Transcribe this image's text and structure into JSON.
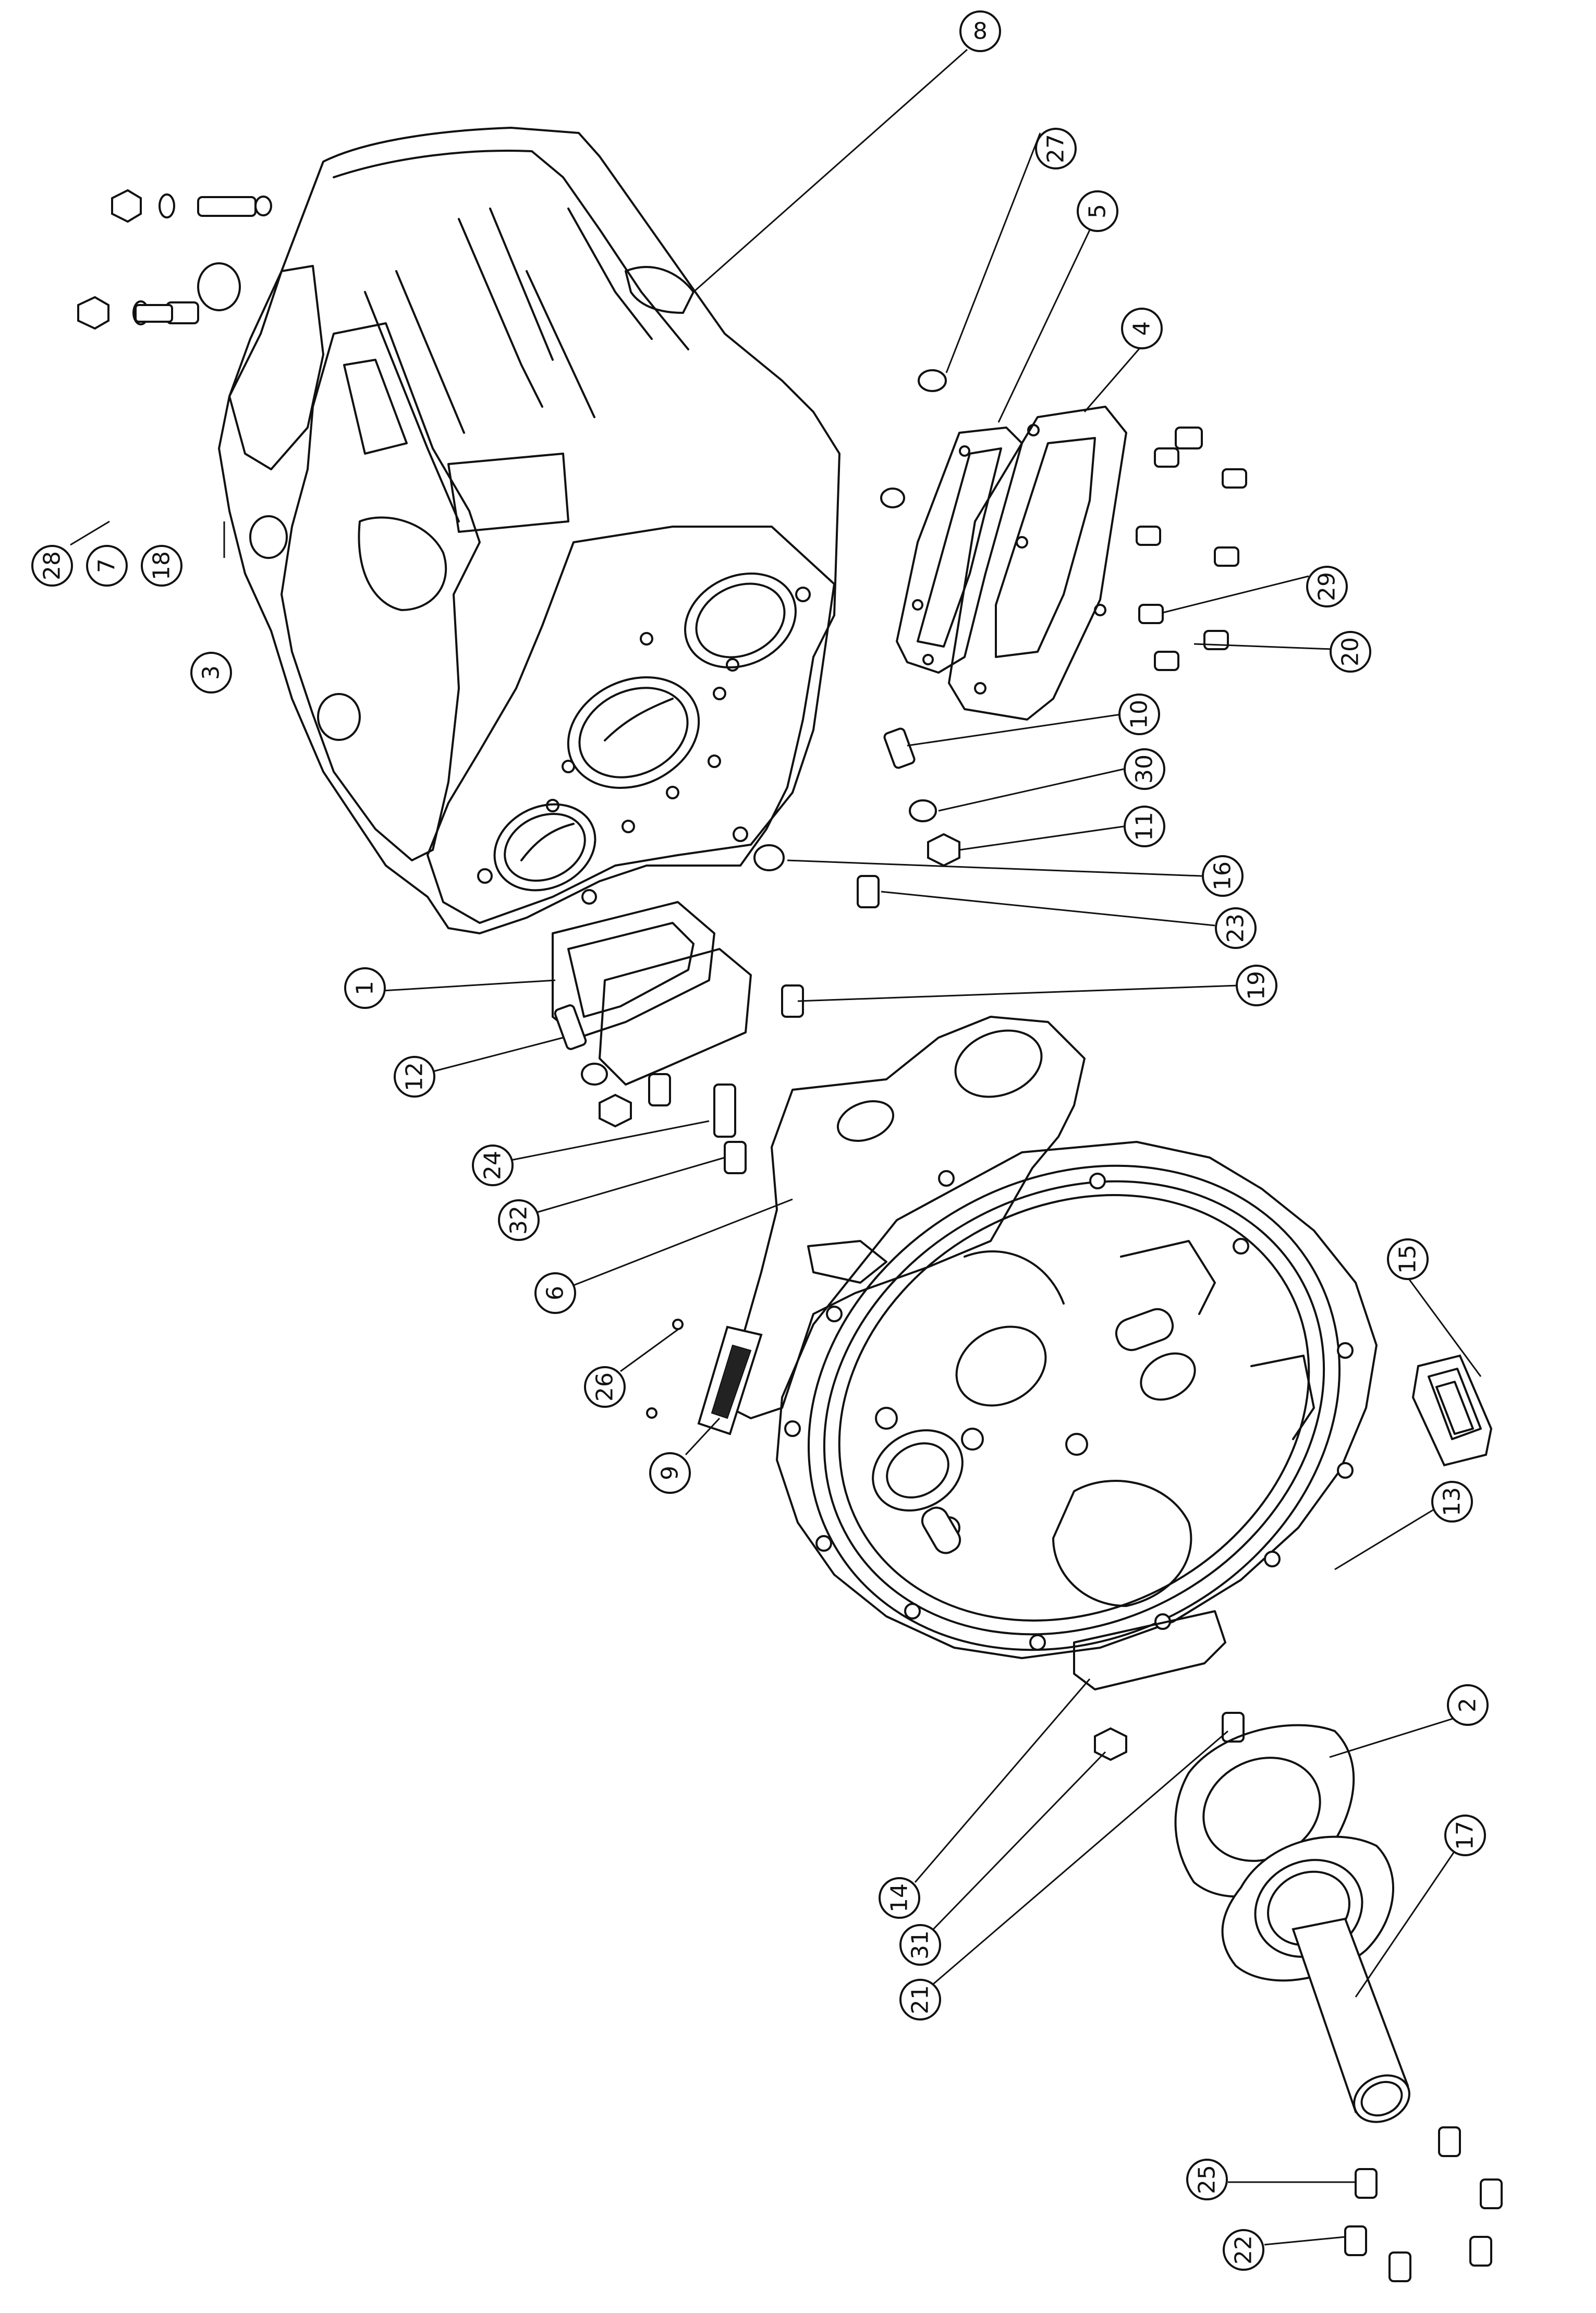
{
  "callouts": [
    {
      "label": "8",
      "part": "transmission-case"
    },
    {
      "label": "27",
      "part": "plug"
    },
    {
      "label": "5",
      "part": "cover-gasket"
    },
    {
      "label": "4",
      "part": "cover-plate"
    },
    {
      "label": "29",
      "part": "cover-bolt"
    },
    {
      "label": "20",
      "part": "cover-bolt"
    },
    {
      "label": "10",
      "part": "stud"
    },
    {
      "label": "30",
      "part": "washer"
    },
    {
      "label": "11",
      "part": "nut"
    },
    {
      "label": "16",
      "part": "plug"
    },
    {
      "label": "23",
      "part": "bolt"
    },
    {
      "label": "19",
      "part": "bolt"
    },
    {
      "label": "28",
      "part": "nut"
    },
    {
      "label": "7",
      "part": "washer"
    },
    {
      "label": "18",
      "part": "stud"
    },
    {
      "label": "3",
      "part": "expansion-plug"
    },
    {
      "label": "1",
      "part": "gasket"
    },
    {
      "label": "12",
      "part": "stud"
    },
    {
      "label": "24",
      "part": "bolt"
    },
    {
      "label": "32",
      "part": "washer"
    },
    {
      "label": "6",
      "part": "housing-gasket"
    },
    {
      "label": "26",
      "part": "rivet"
    },
    {
      "label": "9",
      "part": "name-plate"
    },
    {
      "label": "15",
      "part": "inspection-cover"
    },
    {
      "label": "13",
      "part": "clutch-housing"
    },
    {
      "label": "2",
      "part": "bearing-cover-gasket"
    },
    {
      "label": "17",
      "part": "bearing-retainer"
    },
    {
      "label": "14",
      "part": "bottom-cover-gasket"
    },
    {
      "label": "31",
      "part": "washer"
    },
    {
      "label": "21",
      "part": "bolt"
    },
    {
      "label": "25",
      "part": "bolt"
    },
    {
      "label": "22",
      "part": "bolt"
    }
  ]
}
